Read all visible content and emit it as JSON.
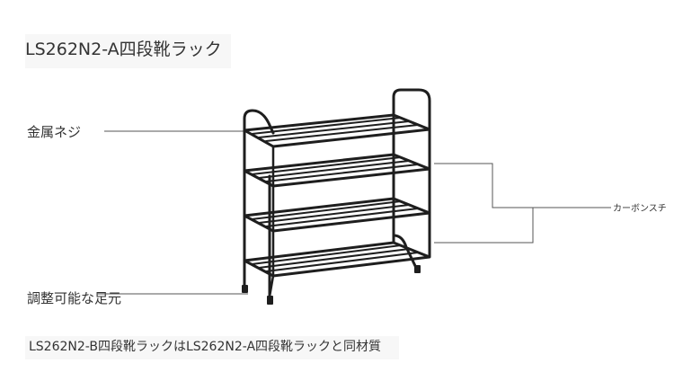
{
  "title": "LS262N2-A四段靴ラック",
  "callouts": {
    "screws": "金属ネジ",
    "feet": "調整可能な足元",
    "pipe": "カーボンスチ"
  },
  "note": "LS262N2-B四段靴ラックはLS262N2-A四段靴ラックと同材質",
  "colors": {
    "frame": "#1e1e1e",
    "leader_line": "#555555",
    "text": "#333333"
  }
}
